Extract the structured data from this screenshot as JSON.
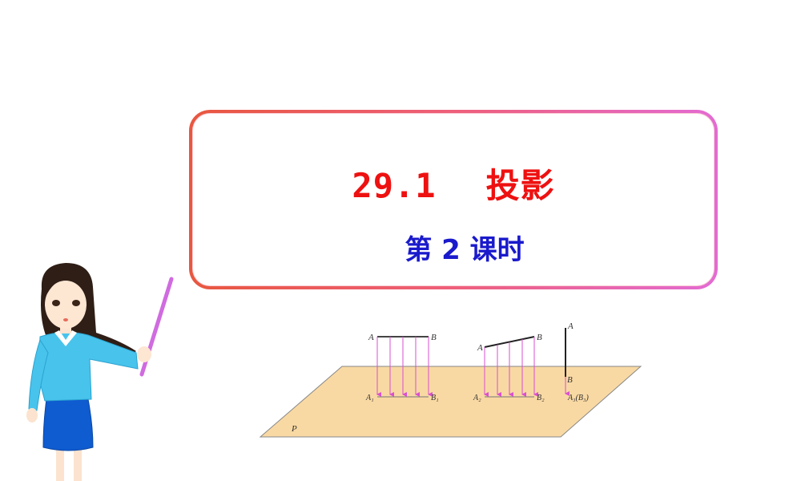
{
  "slide": {
    "title_number": "29.1",
    "title_text": "投影",
    "subtitle": "第 2 课时",
    "colors": {
      "title": "#ee1111",
      "subtitle": "#1a1acc",
      "frame_left": "#e8573f",
      "frame_right": "#e36bd3",
      "plane_fill": "#f9d9a3",
      "projection_rays": "#d94fd0",
      "pointer": "#d06be0"
    }
  },
  "diagram": {
    "plane_label": "P",
    "case1": {
      "top_left": "A",
      "top_right": "B",
      "bottom_left": "A₁",
      "bottom_right": "B₁"
    },
    "case2": {
      "top_left": "A",
      "top_right": "B",
      "bottom_left": "A₂",
      "bottom_right": "B₂"
    },
    "case3": {
      "top": "A",
      "bottom": "B",
      "projection": "A₃(B₃)"
    }
  },
  "illustration": {
    "name": "teacher-with-pointer"
  }
}
